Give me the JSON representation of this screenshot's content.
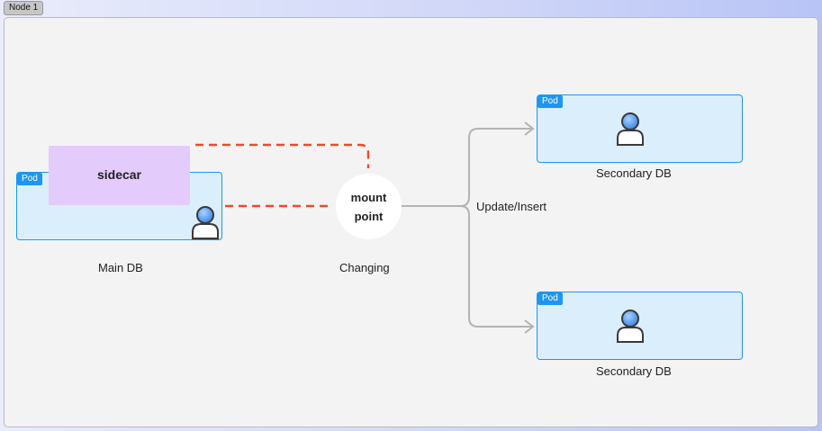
{
  "node": {
    "label": "Node 1"
  },
  "main_db": {
    "pod_badge": "Pod",
    "sidecar_label": "sidecar",
    "caption": "Main DB"
  },
  "mount_point": {
    "line1": "mount",
    "line2": "point",
    "caption": "Changing"
  },
  "edge_label": "Update/Insert",
  "secondary_dbs": [
    {
      "pod_badge": "Pod",
      "caption": "Secondary DB"
    },
    {
      "pod_badge": "Pod",
      "caption": "Secondary DB"
    }
  ],
  "colors": {
    "pod_border": "#1e96f0",
    "pod_fill": "#dbeefc",
    "sidecar_fill": "#e3ccfb",
    "dashed_link": "#ec4a2a",
    "solid_link": "#b3b3b3"
  }
}
